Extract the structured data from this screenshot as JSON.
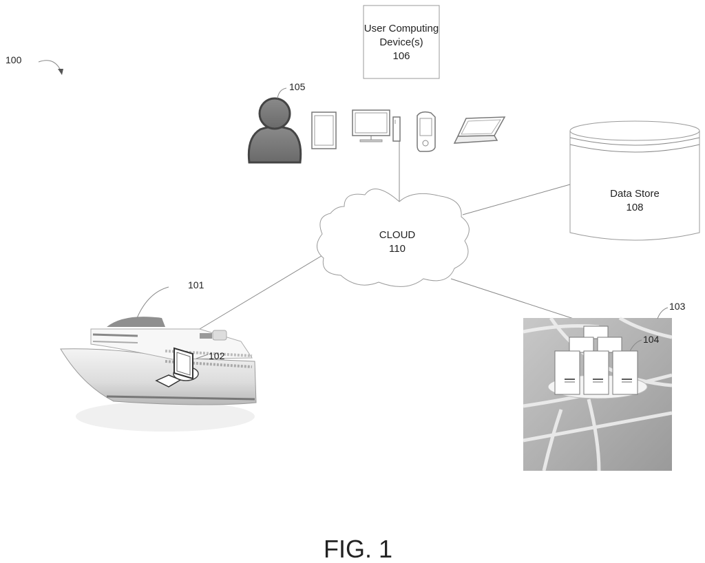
{
  "figure": {
    "caption": "FIG. 1",
    "system_ref": "100"
  },
  "user": {
    "ref": "105"
  },
  "user_devices": {
    "title_line1": "User Computing",
    "title_line2": "Device(s)",
    "ref": "106",
    "icons": [
      "tablet-icon",
      "desktop-monitor-icon",
      "pc-tower-icon",
      "pda-icon",
      "laptop-icon"
    ]
  },
  "cloud": {
    "label": "CLOUD",
    "ref": "110"
  },
  "data_store": {
    "label": "Data Store",
    "ref": "108"
  },
  "ship": {
    "ref": "101",
    "onboard_computer_ref": "102"
  },
  "shore_site": {
    "ref": "103",
    "servers_ref": "104"
  }
}
